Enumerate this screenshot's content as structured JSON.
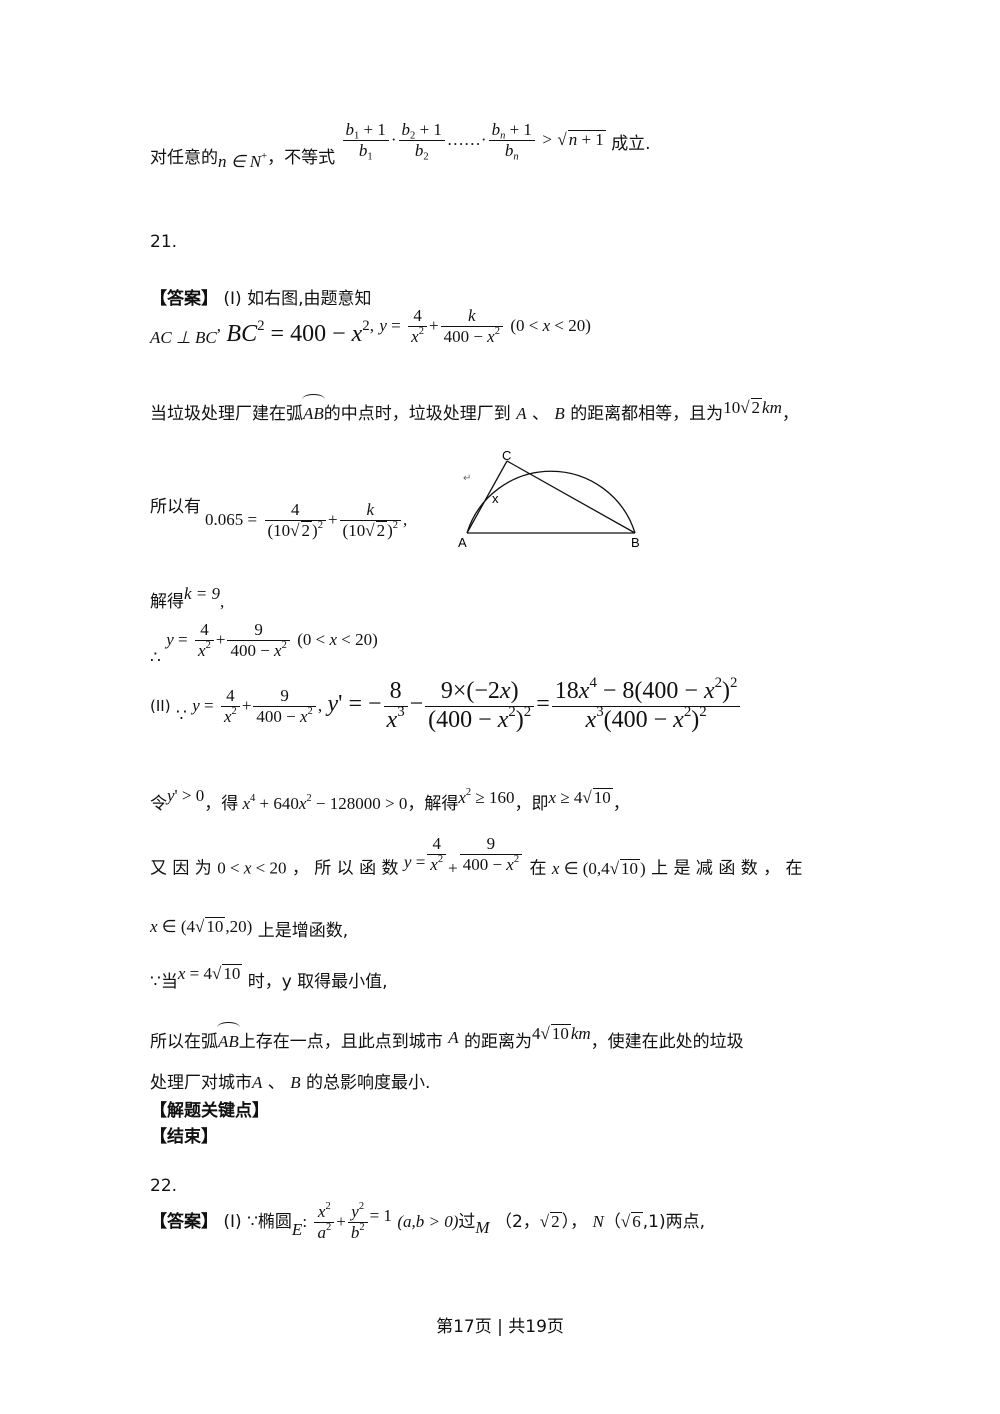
{
  "line1": {
    "prefix": "对任意的",
    "n_in_N": "n ∈ N",
    "mid": "，不等式",
    "suffix": "成立."
  },
  "q21": {
    "number": "21.",
    "answer_label": "【答案】",
    "part1": "(I)",
    "part1_text": "如右图,由题意知",
    "cond1": "AC ⊥ BC",
    "arc_line_a": "当垃圾处理厂建在弧",
    "arc_name": "AB",
    "arc_line_b": "的中点时，垃圾处理厂到",
    "point_a": "A",
    "dun": "、",
    "point_b": "B",
    "arc_line_c": "的距离都相等，且为",
    "arc_line_d": "，",
    "so_have": "所以有",
    "solve_get": "解得",
    "k_value": "k = 9",
    "therefore": "∴",
    "part2": "(II)",
    "because": "∵",
    "let": "令",
    "get": "，得",
    "solved": "，解得",
    "ie": "，即",
    "again": "又 因 为",
    "so_func": "， 所 以 函 数",
    "on": "在",
    "decreasing": "上 是 减 函 数 ， 在",
    "increasing": "上是增函数,",
    "when": "当",
    "min_text": "时，y 取得最小值,",
    "concl_a": "所以在弧",
    "concl_b": "上存在一点，且此点到城市",
    "concl_c": "的距离为",
    "concl_d": "，使建在此处的垃圾",
    "concl_e": "处理厂对城市",
    "concl_f": "的总影响度最小.",
    "key_points": "【解题关键点】",
    "end": "【结束】"
  },
  "q22": {
    "number": "22.",
    "answer_label": "【答案】",
    "part1": "(I)",
    "because": "∵",
    "ellipse": "椭圆",
    "ellipse_name": "E",
    "cond": "(a,b > 0)",
    "pass": "过",
    "point_m": "M",
    "m_coords_a": "（2，",
    "m_coords_b": "），",
    "point_n": "N",
    "n_coords_a": "（",
    "n_coords_b": ",1)两点,"
  },
  "figure": {
    "label_c": "C",
    "label_x": "x",
    "label_a": "A",
    "label_b": "B",
    "return_mark": "↵"
  },
  "footer": {
    "text": "第17页 | 共19页"
  }
}
